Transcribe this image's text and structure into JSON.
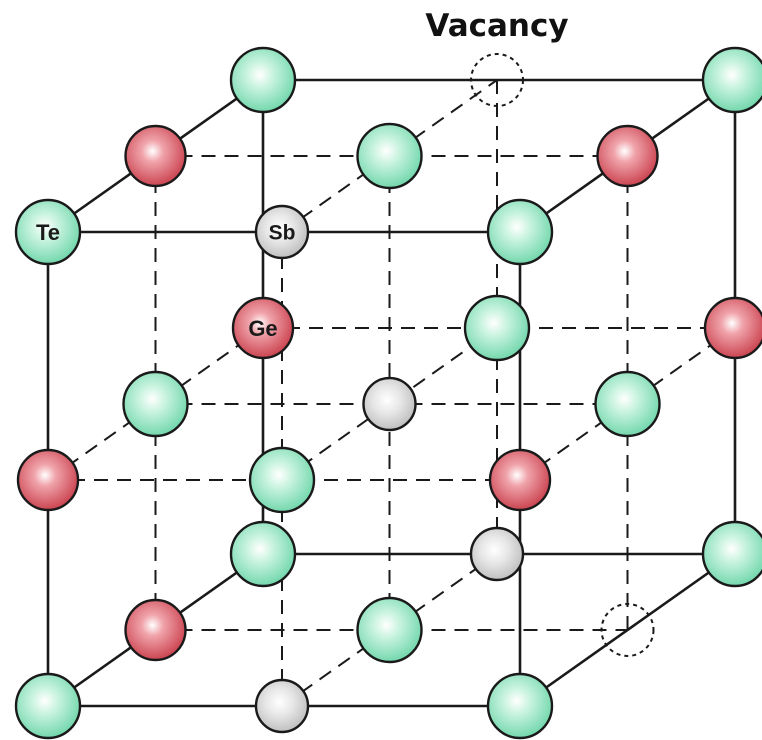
{
  "title": "Vacancy",
  "legend_labels": {
    "ge": "Ge",
    "te": "Te",
    "sb": "Sb"
  },
  "colors": {
    "te": "#8ee3bf",
    "ge": "#d8555f",
    "sb": "#d6d6d6",
    "line": "#1a1a1a"
  },
  "atom_types": [
    "Te",
    "Ge",
    "Sb",
    "Vacancy"
  ]
}
